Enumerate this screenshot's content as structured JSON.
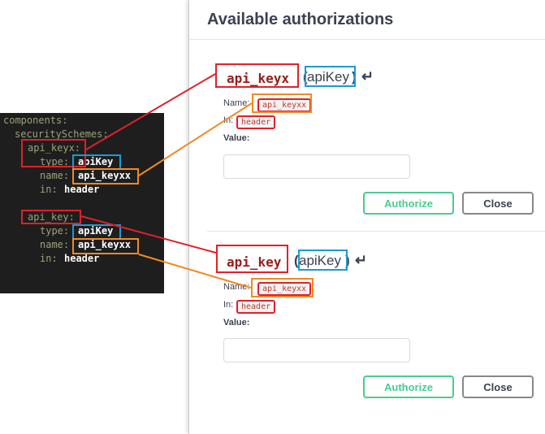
{
  "yaml": {
    "line1": "components:",
    "line2": "securitySchemes:",
    "line3": "api_keyx:",
    "type_key": "type:",
    "type_val": "apiKey",
    "name_key": "name:",
    "name_val": "api_keyxx",
    "in_key": "in:",
    "in_val": "header",
    "line7": "api_key:"
  },
  "modal": {
    "title": "Available authorizations",
    "sections": [
      {
        "name": "api_keyx",
        "type": "apiKey",
        "name_label": "Name:",
        "name_value": "api_keyxx",
        "in_label": "In:",
        "in_value": "header",
        "value_label": "Value:",
        "value_input": "",
        "authorize_label": "Authorize",
        "close_label": "Close"
      },
      {
        "name": "api_key",
        "type": "apiKey",
        "name_label": "Name:",
        "name_value": "api_keyxx",
        "in_label": "In:",
        "in_value": "header",
        "value_label": "Value:",
        "value_input": "",
        "authorize_label": "Authorize",
        "close_label": "Close"
      }
    ]
  },
  "colors": {
    "annotation_red": "#e0202a",
    "annotation_blue": "#1a9ad6",
    "annotation_orange": "#f08a24",
    "authorize_green": "#49cc90"
  },
  "icons": {
    "enter": "return-arrow-icon"
  }
}
